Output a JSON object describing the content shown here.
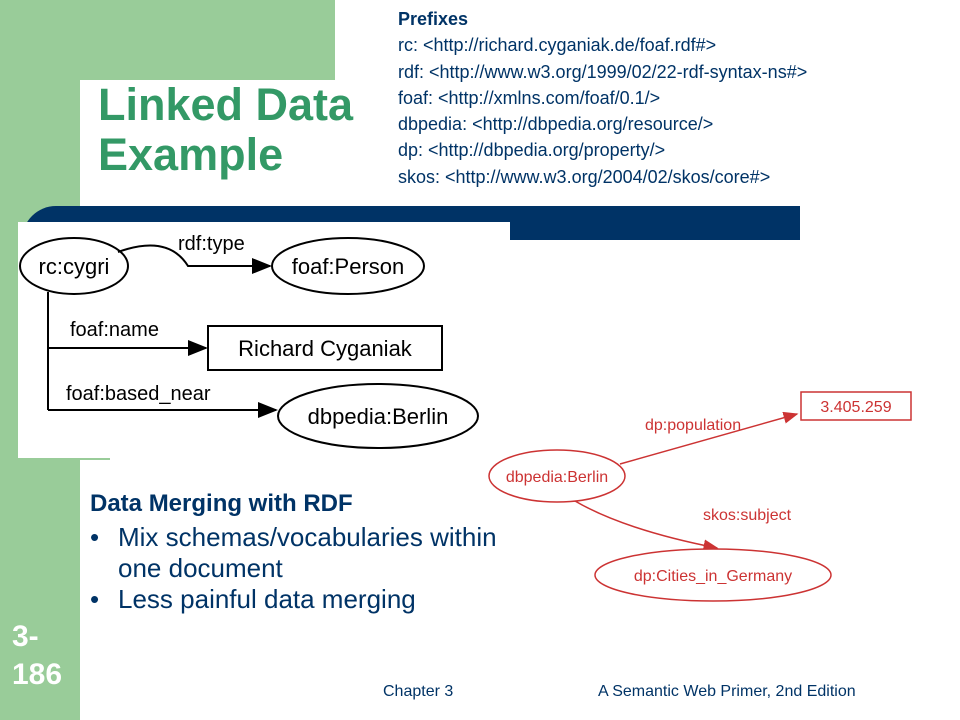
{
  "slide": {
    "title_line1": "Linked Data",
    "title_line2": "Example",
    "slide_number": "3-\n186"
  },
  "prefixes": {
    "header": "Prefixes",
    "lines": [
      "rc: <http://richard.cyganiak.de/foaf.rdf#>",
      "rdf: <http://www.w3.org/1999/02/22-rdf-syntax-ns#>",
      "foaf: <http://xmlns.com/foaf/0.1/>",
      "dbpedia: <http://dbpedia.org/resource/>",
      "dp: <http://dbpedia.org/property/>",
      "skos: <http://www.w3.org/2004/02/skos/core#>"
    ]
  },
  "graph1": {
    "subject": "rc:cygri",
    "edges": [
      "rdf:type",
      "foaf:name",
      "foaf:based_near"
    ],
    "objects": [
      "foaf:Person",
      "Richard Cyganiak",
      "dbpedia:Berlin"
    ]
  },
  "graph2": {
    "subject": "dbpedia:Berlin",
    "edges": [
      "dp:population",
      "skos:subject"
    ],
    "objects": [
      "3.405.259",
      "dp:Cities_in_Germany"
    ]
  },
  "body": {
    "heading": "Data Merging with RDF",
    "bullets": [
      "Mix schemas/vocabularies within one document",
      "Less painful data merging"
    ]
  },
  "footer": {
    "left": "Chapter 3",
    "right": "A Semantic Web Primer, 2nd Edition"
  },
  "colors": {
    "green": "#99cc99",
    "navy": "#003366",
    "title_green": "#339966",
    "red_graph": "#cc3333"
  }
}
